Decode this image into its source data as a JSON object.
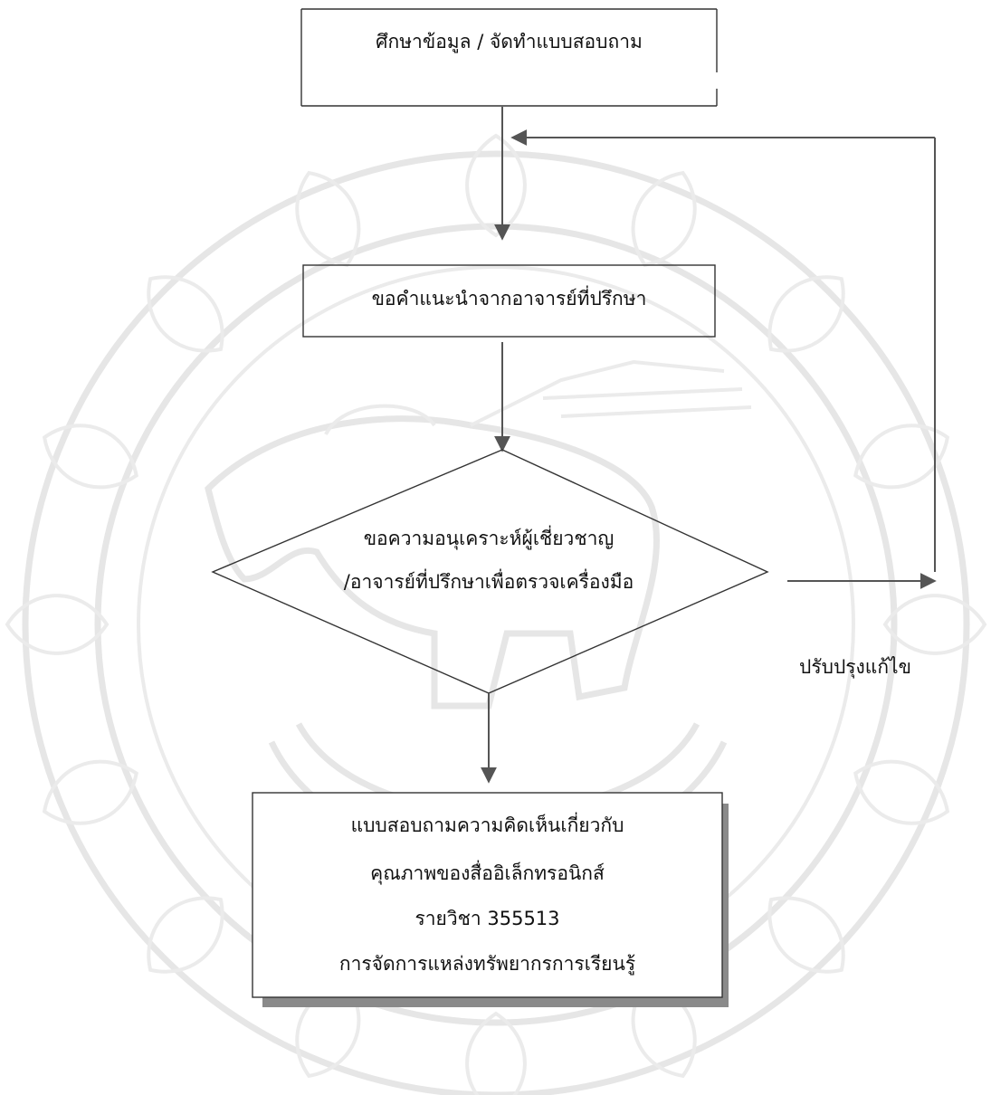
{
  "flowchart": {
    "step1": "ศึกษาข้อมูล / จัดทำแบบสอบถาม",
    "step2": "ขอคำแนะนำจากอาจารย์ที่ปรึกษา",
    "decision_line1": "ขอความอนุเคราะห์ผู้เชี่ยวชาญ",
    "decision_line2": "/อาจารย์ที่ปรึกษาเพื่อตรวจเครื่องมือ",
    "feedback_label": "ปรับปรุงแก้ไข",
    "result_line1": "แบบสอบถามความคิดเห็นเกี่ยวกับ",
    "result_line2": "คุณภาพของสื่ออิเล็กทรอนิกส์",
    "result_line3": "รายวิชา 355513",
    "result_line4": "การจัดการแหล่งทรัพยากรการเรียนรู้"
  },
  "watermark": {
    "description_icon": "university-seal-elephant-watermark",
    "color": "#e6e6e6"
  },
  "colors": {
    "line": "#555555",
    "text": "#111111",
    "shadow": "#777777"
  }
}
